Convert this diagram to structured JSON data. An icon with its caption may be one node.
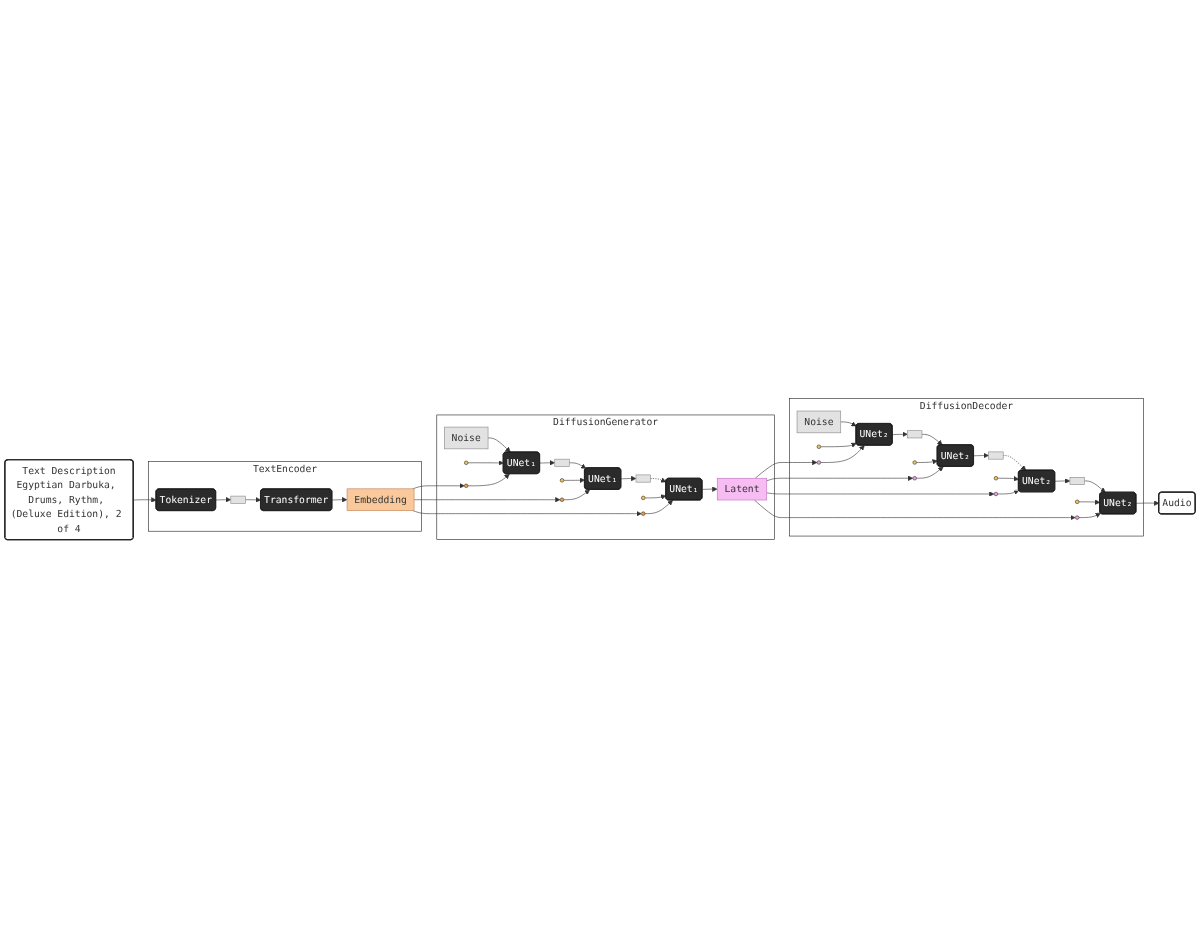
{
  "diagram": {
    "nodes": [
      {
        "text": [
          "Text Description",
          "Egyptian Darbuka, Drums, Rythm, (Deluxe Edition), 2 of 4"
        ]
      },
      {
        "text": [
          "TextEncoder"
        ]
      },
      {
        "text": [
          "Tokenizer"
        ],
        "in": 1
      },
      {
        "text": [],
        "shape": "box",
        "in": 1
      },
      {
        "text": [
          "Transformer"
        ],
        "in": 1
      },
      {
        "text": [
          "Embedding"
        ],
        "in": 1
      },
      {
        "text": [
          "DiffusionGenerator"
        ]
      },
      {
        "text": [
          "Noise"
        ],
        "in": 6
      },
      {
        "text": [],
        "shape": "circle",
        "in": 6
      },
      {
        "text": [],
        "shape": "circle",
        "in": 6
      },
      {
        "text": [
          "UNet₁"
        ],
        "in": 6
      },
      {
        "text": [],
        "shape": "box",
        "in": 6
      },
      {
        "text": [],
        "shape": "circle",
        "in": 6
      },
      {
        "text": [],
        "shape": "circle",
        "in": 6
      },
      {
        "text": [
          "UNet₁"
        ],
        "in": 6
      },
      {
        "text": [],
        "shape": "box",
        "in": 6
      },
      {
        "text": [],
        "shape": "circle",
        "in": 6
      },
      {
        "text": [],
        "shape": "circle",
        "in": 6
      },
      {
        "text": [
          "UNet₁"
        ],
        "in": 6
      },
      {
        "text": [
          "Latent"
        ],
        "in": 6
      },
      {
        "text": [
          "DiffusionDecoder"
        ]
      },
      {
        "text": [
          "Noise"
        ],
        "in": 20
      },
      {
        "text": [],
        "shape": "circle",
        "in": 20
      },
      {
        "text": [],
        "shape": "circle",
        "in": 20
      },
      {
        "text": [
          "UNet₂"
        ],
        "in": 20
      },
      {
        "text": [],
        "shape": "box",
        "in": 20
      },
      {
        "text": [],
        "shape": "circle",
        "in": 20
      },
      {
        "text": [],
        "shape": "circle",
        "in": 20
      },
      {
        "text": [
          "UNet₂"
        ],
        "in": 20
      },
      {
        "text": [],
        "shape": "box",
        "in": 20
      },
      {
        "text": [],
        "shape": "circle",
        "in": 20
      },
      {
        "text": [],
        "shape": "circle",
        "in": 20
      },
      {
        "text": [
          "UNet₂"
        ],
        "in": 20
      },
      {
        "text": [],
        "shape": "box",
        "in": 20
      },
      {
        "text": [],
        "shape": "circle",
        "in": 20
      },
      {
        "text": [],
        "shape": "circle",
        "in": 20
      },
      {
        "text": [
          "UNet₂"
        ],
        "in": 20
      },
      {
        "text": [
          "Audio"
        ]
      }
    ],
    "edges": [
      {
        "from": 0,
        "to": 2,
        "arrow": "to"
      },
      {
        "from": 2,
        "to": 3,
        "arrow": "to"
      },
      {
        "from": 3,
        "to": 4,
        "arrow": "to"
      },
      {
        "from": 4,
        "to": 5,
        "arrow": "to"
      },
      {
        "from": 5,
        "to": 9,
        "arrow": "to"
      },
      {
        "from": 5,
        "to": 13,
        "arrow": "to"
      },
      {
        "from": 5,
        "to": 17,
        "arrow": "to"
      },
      {
        "from": 7,
        "to": 10,
        "arrow": "to"
      },
      {
        "from": 8,
        "to": 10,
        "arrow": "to"
      },
      {
        "from": 9,
        "to": 10,
        "arrow": "to"
      },
      {
        "from": 10,
        "to": 11,
        "arrow": "to"
      },
      {
        "from": 11,
        "to": 14,
        "arrow": "to"
      },
      {
        "from": 12,
        "to": 14,
        "arrow": "to"
      },
      {
        "from": 13,
        "to": 14,
        "arrow": "to"
      },
      {
        "from": 14,
        "to": 15,
        "arrow": "to"
      },
      {
        "from": 15,
        "to": 18,
        "arrow": "to",
        "style": "dashed"
      },
      {
        "from": 16,
        "to": 18,
        "arrow": "to"
      },
      {
        "from": 17,
        "to": 18,
        "arrow": "to"
      },
      {
        "from": 18,
        "to": 19,
        "arrow": "to"
      },
      {
        "from": 19,
        "to": 23,
        "arrow": "to"
      },
      {
        "from": 19,
        "to": 27,
        "arrow": "to"
      },
      {
        "from": 19,
        "to": 31,
        "arrow": "to"
      },
      {
        "from": 19,
        "to": 35,
        "arrow": "to"
      },
      {
        "from": 21,
        "to": 24,
        "arrow": "to"
      },
      {
        "from": 22,
        "to": 24,
        "arrow": "to"
      },
      {
        "from": 23,
        "to": 24,
        "arrow": "to"
      },
      {
        "from": 24,
        "to": 25,
        "arrow": "to"
      },
      {
        "from": 25,
        "to": 28,
        "arrow": "to"
      },
      {
        "from": 26,
        "to": 28,
        "arrow": "to"
      },
      {
        "from": 27,
        "to": 28,
        "arrow": "to"
      },
      {
        "from": 28,
        "to": 29,
        "arrow": "to"
      },
      {
        "from": 29,
        "to": 32,
        "arrow": "to",
        "style": "dashed"
      },
      {
        "from": 30,
        "to": 32,
        "arrow": "to"
      },
      {
        "from": 31,
        "to": 32,
        "arrow": "to"
      },
      {
        "from": 32,
        "to": 33,
        "arrow": "to"
      },
      {
        "from": 33,
        "to": 36,
        "arrow": "to"
      },
      {
        "from": 34,
        "to": 36,
        "arrow": "to"
      },
      {
        "from": 35,
        "to": 36,
        "arrow": "to"
      },
      {
        "from": 36,
        "to": 37,
        "arrow": "to"
      }
    ]
  }
}
